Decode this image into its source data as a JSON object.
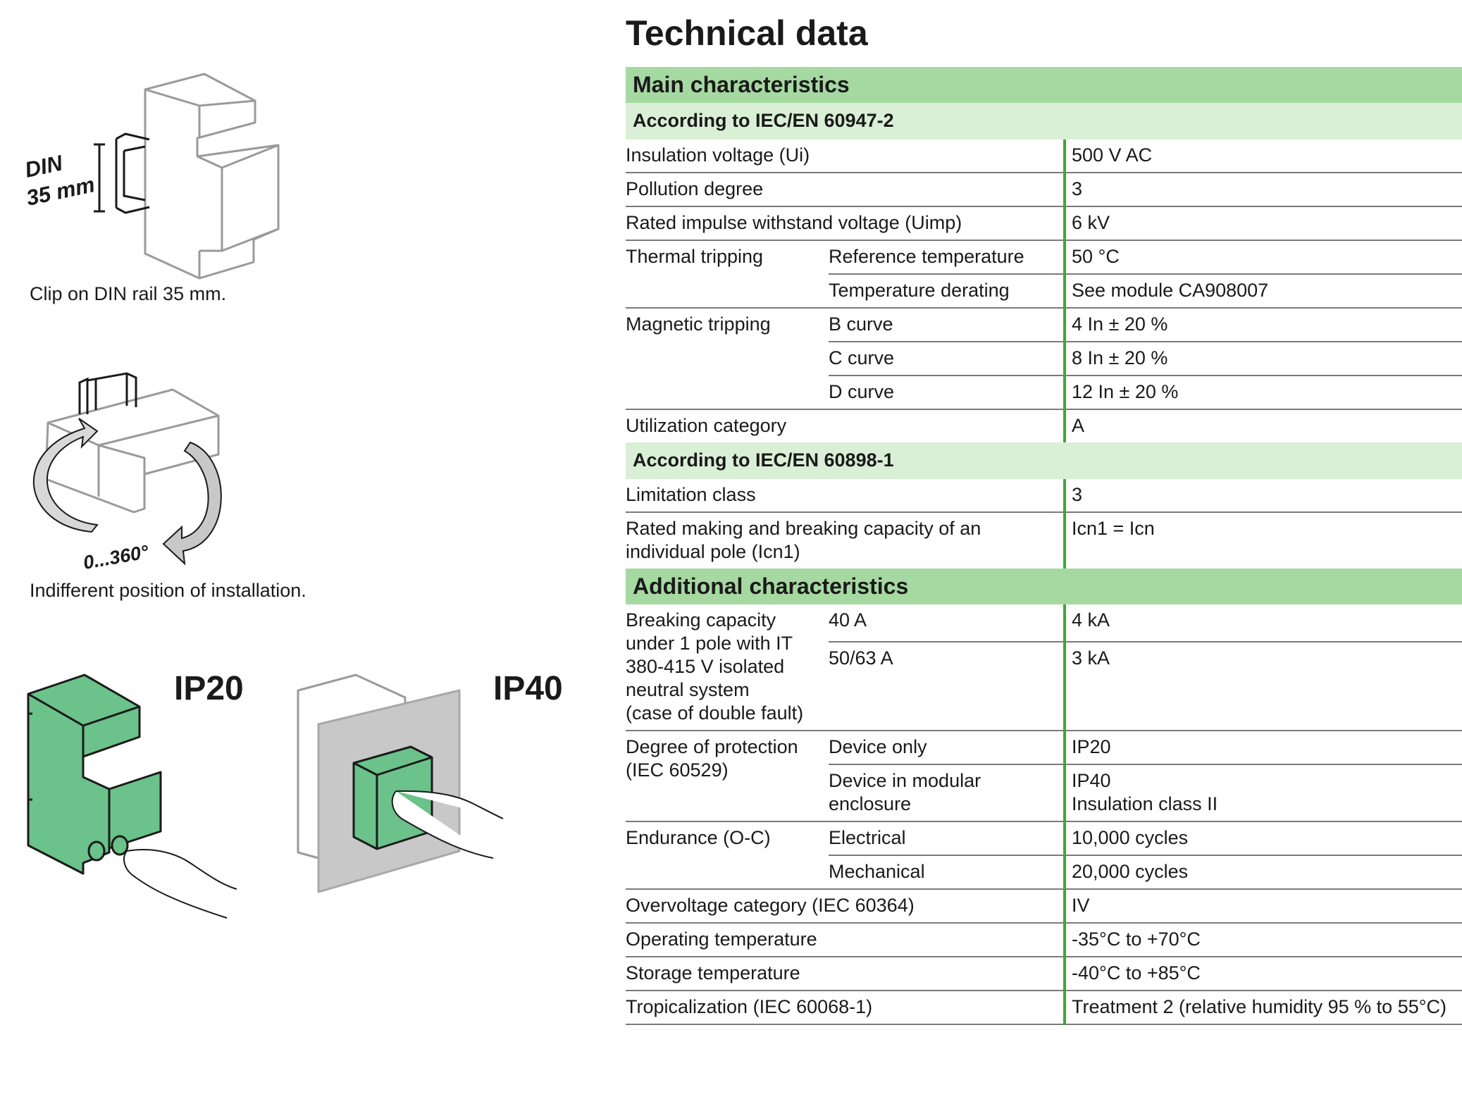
{
  "illustrations": {
    "din_label": "DIN",
    "din_size": "35 mm",
    "din_caption": "Clip on DIN rail 35 mm.",
    "rotation_label": "0...360°",
    "rotation_caption": "Indifferent position of installation.",
    "ip20": "IP20",
    "ip40": "IP40",
    "green": "#6bc28a",
    "outline": "#1a1a1a"
  },
  "title": "Technical data",
  "colors": {
    "main_header": "#a6d9a1",
    "sub_header": "#daf0d6",
    "value_rule": "#3aaa35"
  },
  "main": {
    "header": "Main characteristics",
    "iec_60947": "According to IEC/EN 60947-2",
    "insulation": {
      "label": "Insulation voltage (Ui)",
      "value": "500 V AC"
    },
    "pollution": {
      "label": "Pollution degree",
      "value": "3"
    },
    "impulse": {
      "label": "Rated impulse withstand voltage (Uimp)",
      "value": "6 kV"
    },
    "thermal": {
      "label": "Thermal tripping",
      "ref_label": "Reference temperature",
      "ref_value": "50 °C",
      "derating_label": "Temperature derating",
      "derating_value": "See module CA908007"
    },
    "magnetic": {
      "label": "Magnetic tripping",
      "b_label": "B curve",
      "b_value": "4 In ± 20 %",
      "c_label": "C curve",
      "c_value": "8 In ± 20 %",
      "d_label": "D curve",
      "d_value": "12 In ± 20 %"
    },
    "utilization": {
      "label": "Utilization category",
      "value": "A"
    },
    "iec_60898": "According to IEC/EN 60898-1",
    "limitation": {
      "label": "Limitation class",
      "value": "3"
    },
    "making": {
      "label_line1": "Rated making and breaking capacity of an",
      "label_line2": "individual pole (Icn1)",
      "value": "Icn1 = Icn"
    }
  },
  "additional": {
    "header": "Additional characteristics",
    "breaking": {
      "label_lines": [
        "Breaking capacity",
        "under 1 pole with IT",
        "380-415 V isolated",
        "neutral system",
        "(case of double fault)"
      ],
      "r1_sub": "40 A",
      "r1_value": "4 kA",
      "r2_sub": "50/63 A",
      "r2_value": "3 kA"
    },
    "protection": {
      "label_line1": "Degree of protection",
      "label_line2": "(IEC 60529)",
      "r1_sub": "Device only",
      "r1_value": "IP20",
      "r2_sub_line1": "Device in modular",
      "r2_sub_line2": "enclosure",
      "r2_value_line1": "IP40",
      "r2_value_line2": "Insulation class II"
    },
    "endurance": {
      "label": "Endurance (O-C)",
      "r1_sub": "Electrical",
      "r1_value": "10,000 cycles",
      "r2_sub": "Mechanical",
      "r2_value": "20,000 cycles"
    },
    "overvoltage": {
      "label": "Overvoltage category (IEC 60364)",
      "value": "IV"
    },
    "operating": {
      "label": "Operating temperature",
      "value": "-35°C to +70°C"
    },
    "storage": {
      "label": "Storage temperature",
      "value": "-40°C to +85°C"
    },
    "tropical": {
      "label": "Tropicalization (IEC 60068-1)",
      "value": "Treatment 2 (relative humidity 95 % to 55°C)"
    }
  }
}
